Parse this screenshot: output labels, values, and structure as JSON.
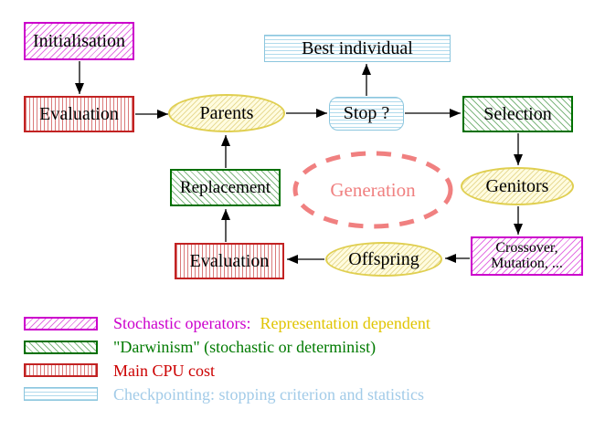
{
  "diagram": {
    "nodes": {
      "initialisation": {
        "label": "Initialisation",
        "category": "stochastic-operator"
      },
      "evaluation_top": {
        "label": "Evaluation",
        "category": "main-cpu-cost"
      },
      "parents": {
        "label": "Parents",
        "category": "population"
      },
      "best_individual": {
        "label": "Best individual",
        "category": "checkpointing"
      },
      "stop": {
        "label": "Stop ?",
        "category": "checkpointing"
      },
      "selection": {
        "label": "Selection",
        "category": "darwinism"
      },
      "genitors": {
        "label": "Genitors",
        "category": "population"
      },
      "crossover_mutation": {
        "line1": "Crossover,",
        "line2": "Mutation, ...",
        "category": "stochastic-operator"
      },
      "offspring": {
        "label": "Offspring",
        "category": "population"
      },
      "evaluation_bottom": {
        "label": "Evaluation",
        "category": "main-cpu-cost"
      },
      "replacement": {
        "label": "Replacement",
        "category": "darwinism"
      },
      "generation": {
        "label": "Generation",
        "category": "loop-annotation"
      }
    },
    "edges": [
      {
        "from": "initialisation",
        "to": "evaluation_top"
      },
      {
        "from": "evaluation_top",
        "to": "parents"
      },
      {
        "from": "parents",
        "to": "stop"
      },
      {
        "from": "stop",
        "to": "best_individual"
      },
      {
        "from": "stop",
        "to": "selection"
      },
      {
        "from": "selection",
        "to": "genitors"
      },
      {
        "from": "genitors",
        "to": "crossover_mutation"
      },
      {
        "from": "crossover_mutation",
        "to": "offspring"
      },
      {
        "from": "offspring",
        "to": "evaluation_bottom"
      },
      {
        "from": "evaluation_bottom",
        "to": "replacement"
      },
      {
        "from": "replacement",
        "to": "parents"
      }
    ],
    "legend": {
      "stochastic": {
        "label": "Stochastic operators:",
        "label_secondary": "Representation dependent"
      },
      "darwinism": {
        "label": "\"Darwinism\" (stochastic or determinist)"
      },
      "cpu": {
        "label": "Main CPU cost"
      },
      "checkpoint": {
        "label": "Checkpointing: stopping criterion and statistics"
      }
    },
    "colors": {
      "stochastic_magenta": "#cc00cc",
      "darwinism_green": "#007000",
      "cpu_red": "#cc0000",
      "checkpoint_blue": "#a2cbe8",
      "population_yellow": "#e0cf50",
      "representation_yellow": "#e0c400",
      "generation_salmon": "#f08080",
      "arrow_black": "#000000"
    }
  }
}
